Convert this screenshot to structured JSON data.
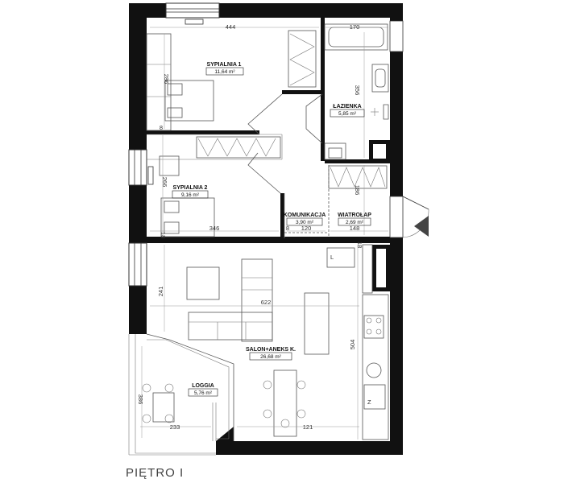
{
  "rooms": {
    "sypialnia1": {
      "name": "SYPIALNIA 1",
      "area": "11,64 m²"
    },
    "sypialnia2": {
      "name": "SYPIALNIA 2",
      "area": "9,16 m²"
    },
    "lazienka": {
      "name": "ŁAZIENKA",
      "area": "5,85 m²"
    },
    "komunikacja": {
      "name": "KOMUNIKACJA",
      "area": "3,90 m²"
    },
    "wiatrolap": {
      "name": "WIATROŁAP",
      "area": "2,69 m²"
    },
    "salon": {
      "name": "SALON+ANEKS K.",
      "area": "26,68 m²"
    },
    "loggia": {
      "name": "LOGGIA",
      "area": "5,76 m²"
    }
  },
  "dimensions": {
    "d444": "444",
    "d170": "170",
    "d286": "286",
    "d356": "356",
    "d8a": "8",
    "d266": "266",
    "d186": "186",
    "d346": "346",
    "d8b": "8",
    "d120": "120",
    "d148": "148",
    "d18a": "18",
    "d18b": "18",
    "d241": "241",
    "d622": "622",
    "d504": "504",
    "d386": "386",
    "d233": "233",
    "d121": "121"
  },
  "labels": {
    "fridge_mark": "L",
    "oven_mark": "Z"
  },
  "floor_caption": "PIĘTRO I"
}
